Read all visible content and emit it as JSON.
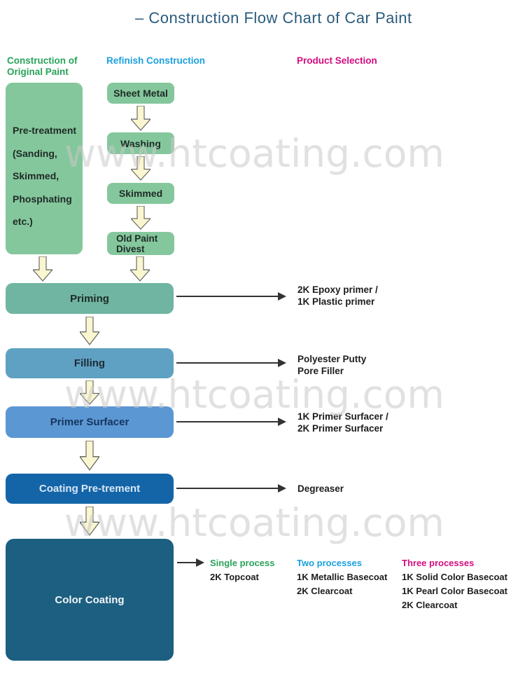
{
  "title": "– Construction Flow Chart of Car Paint",
  "watermark": "www.htcoating.com",
  "column_headers": {
    "original_paint": "Construction of\nOriginal Paint",
    "refinish": "Refinish Construction",
    "product_selection": "Product Selection"
  },
  "original_paint_box": "Pre-treatment\n(Sanding,\nSkimmed,\nPhosphating\netc.)",
  "refinish_steps": {
    "sheet_metal": "Sheet Metal",
    "washing": "Washing",
    "skimmed": "Skimmed",
    "old_paint_divest": "Old Paint\nDivest"
  },
  "process_steps": {
    "priming": "Priming",
    "filling": "Filling",
    "primer_surfacer": "Primer Surfacer",
    "coating_pretreatment": "Coating Pre-trement",
    "color_coating": "Color Coating"
  },
  "products": {
    "priming": "2K Epoxy primer /\n1K Plastic primer",
    "filling": "Polyester Putty\nPore Filler",
    "primer_surfacer": "1K Primer Surfacer /\n2K Primer Surfacer",
    "coating_pretreatment": "Degreaser"
  },
  "topcoat_options": {
    "single": {
      "header": "Single process",
      "items": "2K Topcoat"
    },
    "two": {
      "header": "Two processes",
      "items": "1K Metallic Basecoat\n2K Clearcoat"
    },
    "three": {
      "header": "Three processes",
      "items": "1K Solid Color Basecoat\n1K Pearl Color Basecoat\n2K Clearcoat"
    }
  },
  "colors": {
    "title_text": "#2a5b7d",
    "header_green": "#29a35b",
    "header_cyan": "#1aa0dc",
    "header_magenta": "#d30c80",
    "green_box": "#85c79c",
    "priming_box": "#70b5a2",
    "filling_box": "#5fa1c3",
    "primer_surfacer_box": "#5b97d3",
    "coating_pretreatment_box": "#1465a8",
    "color_coating_box": "#1c5f80",
    "block_arrow_fill": "#faf7d0",
    "block_arrow_stroke": "#6b6b6b",
    "thin_arrow": "#333333",
    "watermark_gray": "#c9c9c9"
  }
}
